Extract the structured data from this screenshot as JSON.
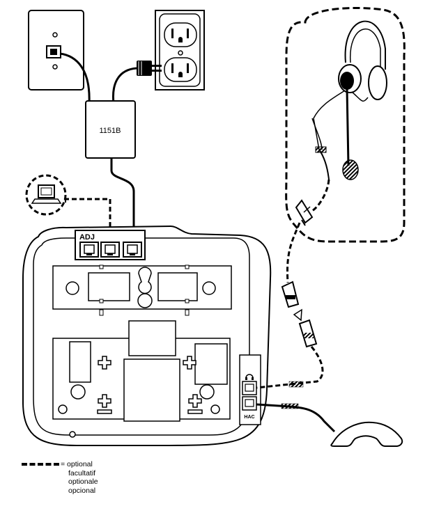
{
  "diagram": {
    "device_label": "1151B",
    "jack_label": "ADJ",
    "headset_port_label": "headset-icon",
    "handset_port_label": "HAC",
    "colors": {
      "line": "#000000",
      "background": "#ffffff"
    }
  },
  "legend": {
    "first": "= optional",
    "lines": [
      "facultatif",
      "optionale",
      "opcional"
    ]
  }
}
